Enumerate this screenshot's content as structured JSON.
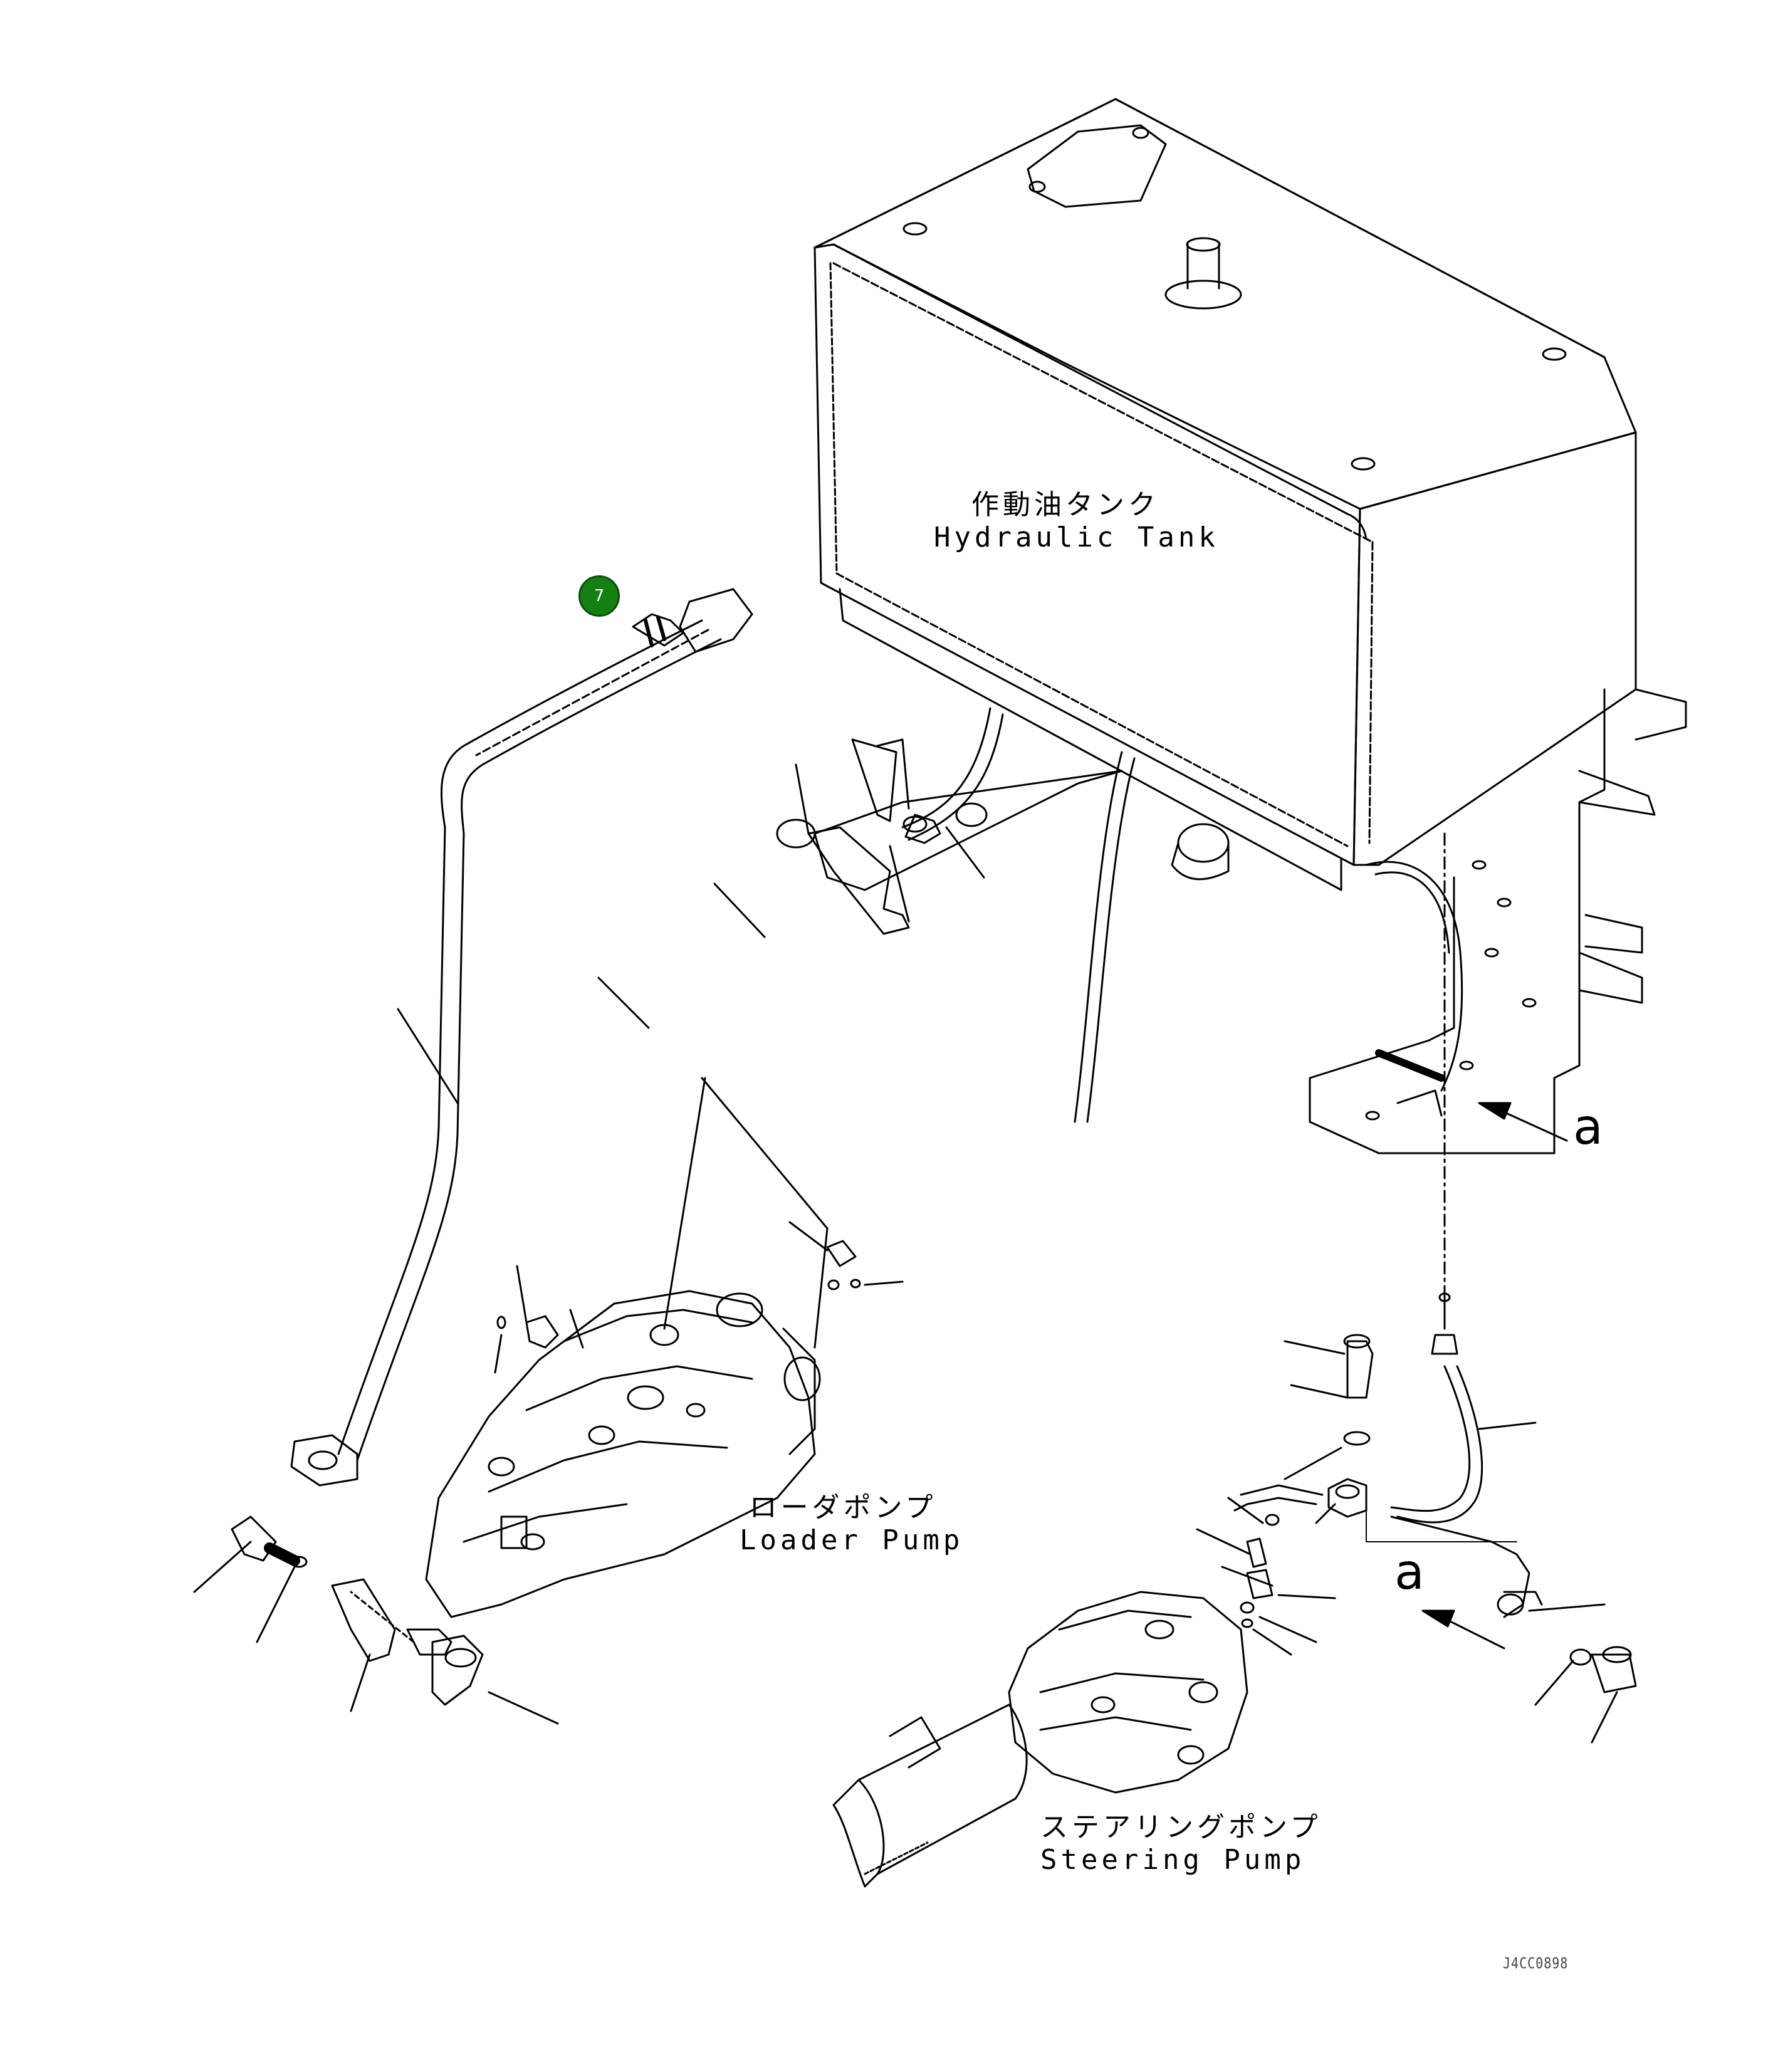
{
  "labels": {
    "hydraulic_tank": {
      "jp": "作動油タンク",
      "en": "Hydraulic Tank"
    },
    "loader_pump": {
      "jp": "ローダポンプ",
      "en": "Loader Pump"
    },
    "steering_pump": {
      "jp": "ステアリングポンプ",
      "en": "Steering Pump"
    }
  },
  "view_callouts": {
    "a_upper": "a",
    "a_lower": "a"
  },
  "marker": {
    "number": "7",
    "color": "#128012"
  },
  "document_id": "J4CC0898"
}
